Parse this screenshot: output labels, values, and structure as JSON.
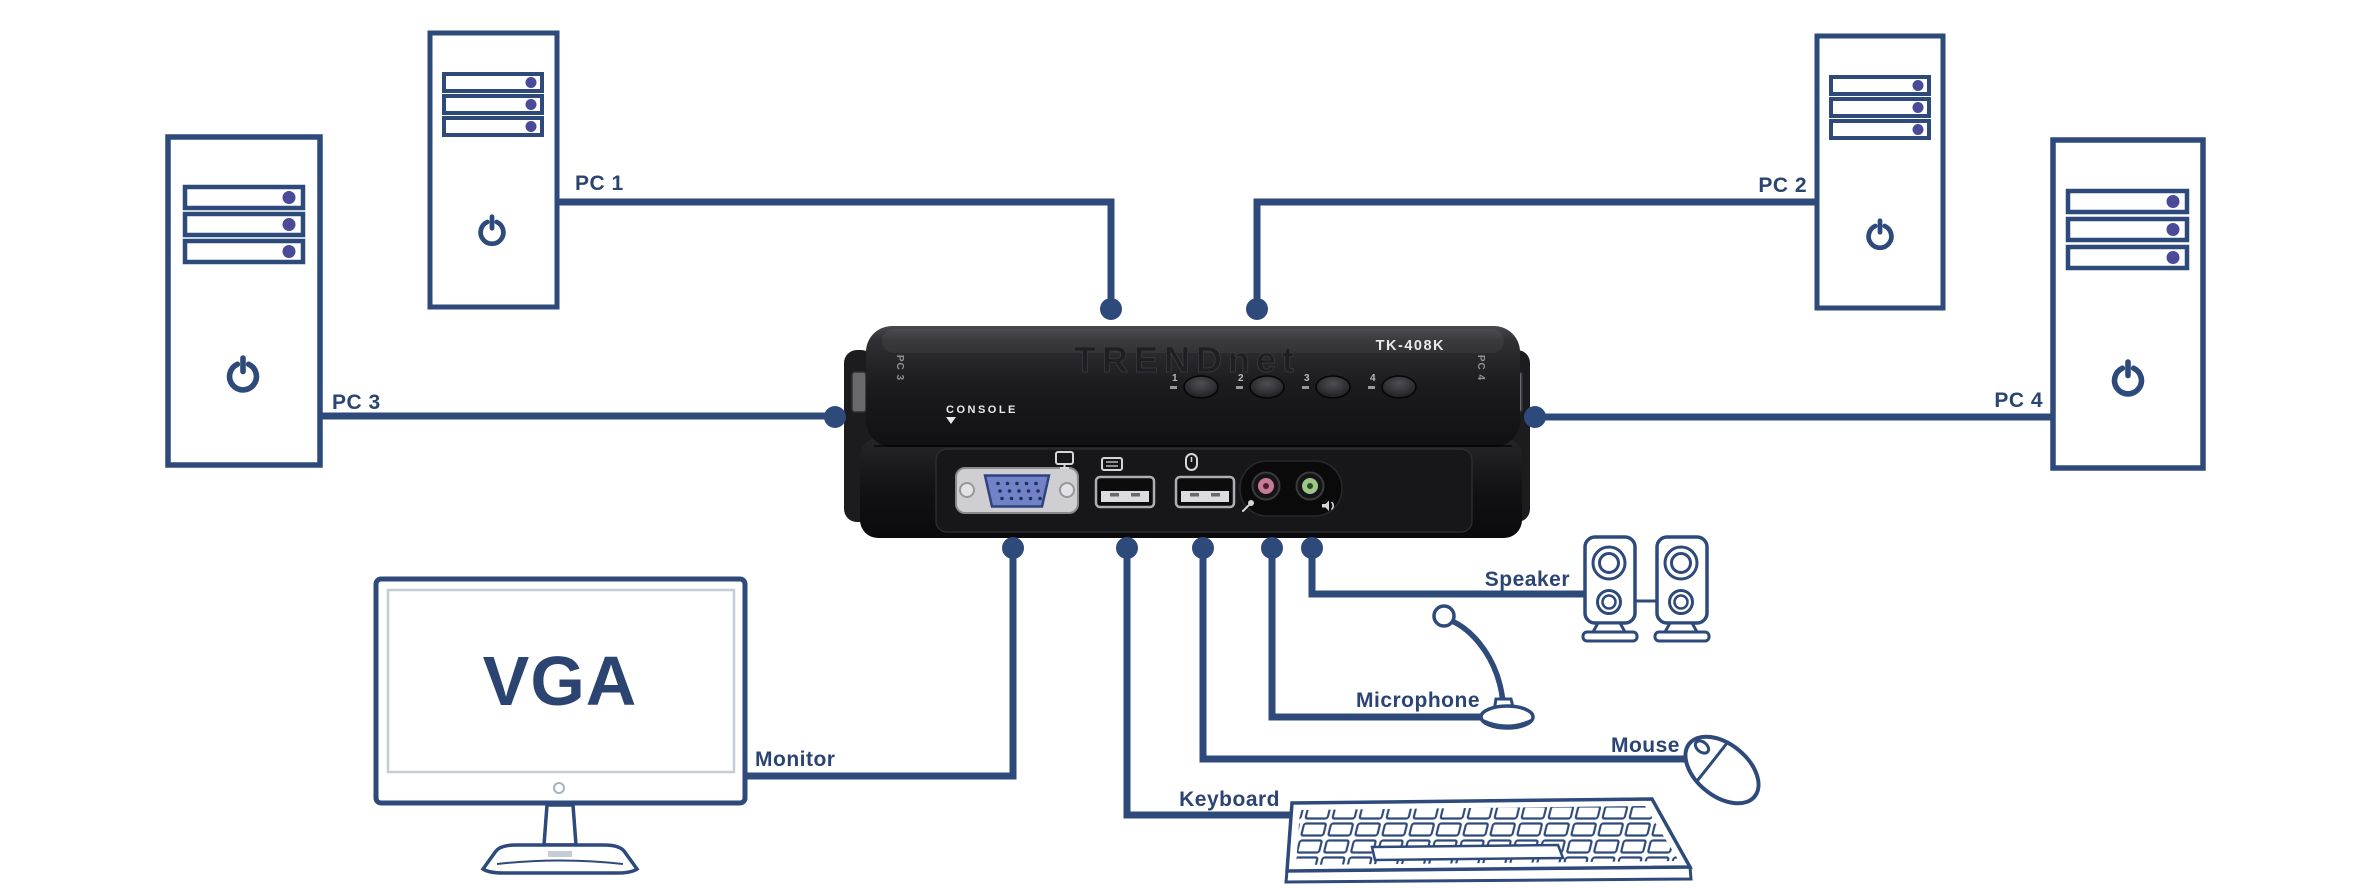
{
  "colors": {
    "line": "#2d4a7b",
    "label_text": "#2b4472",
    "bay_led": "#4a4a99",
    "vga_connector_blue": "#7183c6",
    "mic_jack_pink": "#c77b95",
    "speaker_jack_green": "#9cc789",
    "kvm_body_black": "#151517"
  },
  "kvm": {
    "brand_logo": "TRENDnet",
    "model": "TK-408K",
    "console_label": "CONSOLE",
    "left_side_port_label": "PC 3",
    "right_side_port_label": "PC 4",
    "port_buttons": [
      "1",
      "2",
      "3",
      "4"
    ],
    "ports": [
      "vga-monitor",
      "usb-keyboard",
      "usb-mouse",
      "microphone-jack",
      "speaker-jack"
    ]
  },
  "computers": [
    {
      "label": "PC 1"
    },
    {
      "label": "PC 2"
    },
    {
      "label": "PC 3"
    },
    {
      "label": "PC 4"
    }
  ],
  "peripherals": {
    "monitor": {
      "label": "Monitor",
      "screen_text": "VGA"
    },
    "keyboard": {
      "label": "Keyboard"
    },
    "mouse": {
      "label": "Mouse"
    },
    "microphone": {
      "label": "Microphone"
    },
    "speaker": {
      "label": "Speaker"
    }
  }
}
